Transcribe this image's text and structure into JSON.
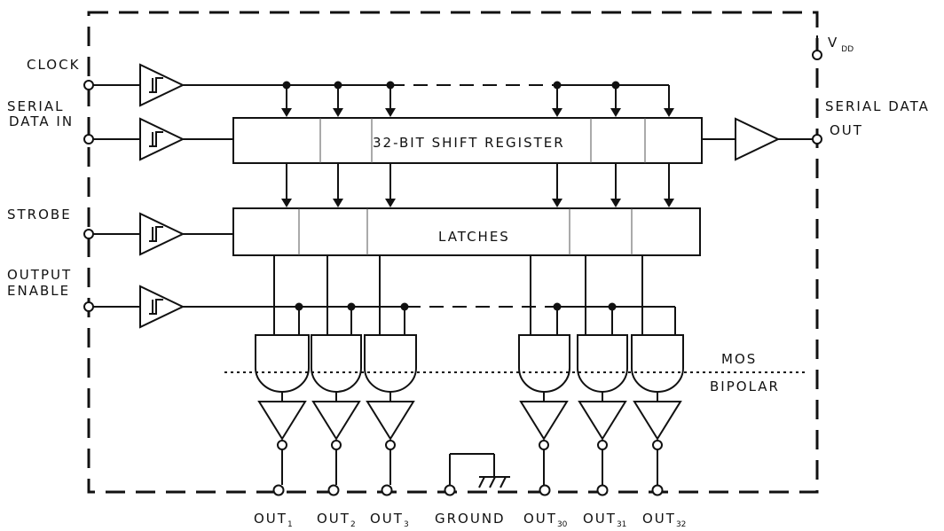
{
  "labels": {
    "clock": "CLOCK",
    "serial_data_in_1": "SERIAL",
    "serial_data_in_2": "DATA IN",
    "strobe": "STROBE",
    "output_enable_1": "OUTPUT",
    "output_enable_2": "ENABLE",
    "vdd": "V",
    "vdd_sub": "DD",
    "serial_data_out_1": "SERIAL DATA",
    "serial_data_out_2": "OUT",
    "shift_register": "32-BIT SHIFT REGISTER",
    "latches": "LATCHES",
    "mos": "MOS",
    "bipolar": "BIPOLAR",
    "ground": "GROUND"
  },
  "outputs": [
    {
      "base": "OUT",
      "sub": "1"
    },
    {
      "base": "OUT",
      "sub": "2"
    },
    {
      "base": "OUT",
      "sub": "3"
    },
    {
      "base": "OUT",
      "sub": "30"
    },
    {
      "base": "OUT",
      "sub": "31"
    },
    {
      "base": "OUT",
      "sub": "32"
    }
  ]
}
